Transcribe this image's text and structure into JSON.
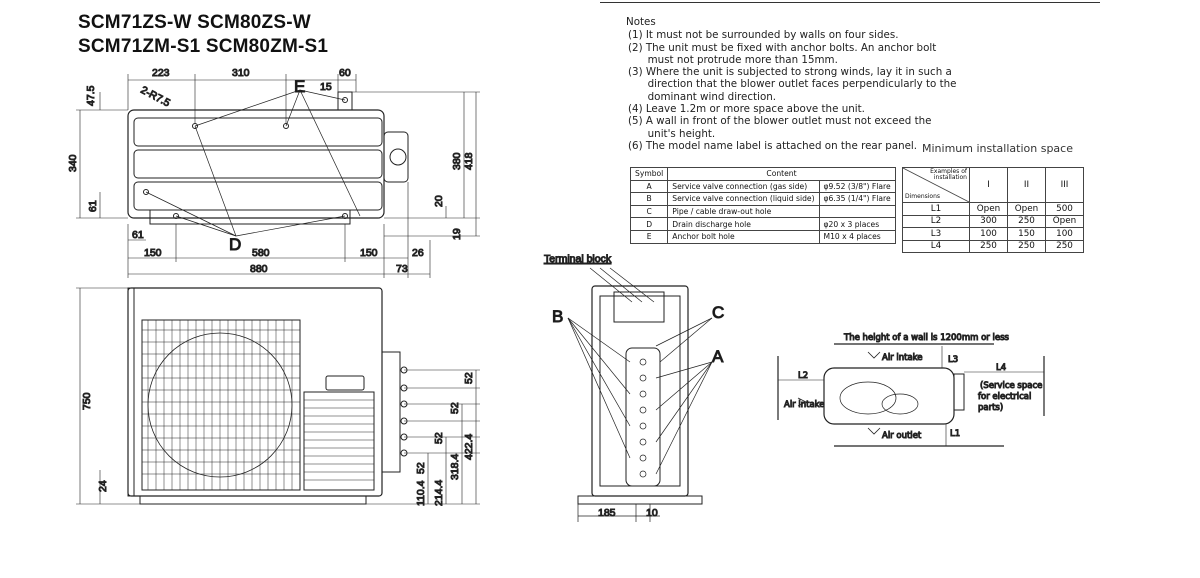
{
  "title": {
    "line1": "SCM71ZS-W  SCM80ZS-W",
    "line2": "SCM71ZM-S1  SCM80ZM-S1"
  },
  "notes": {
    "heading": "Notes",
    "lines": [
      "(1) It must not be surrounded by walls on four sides.",
      "(2) The unit must be fixed with anchor bolts. An anchor bolt",
      "      must not protrude more than 15mm.",
      "(3) Where the unit is subjected to strong winds, lay it in such a",
      "      direction that the blower outlet faces perpendicularly to the",
      "      dominant wind direction.",
      "(4) Leave 1.2m or more space above the unit.",
      "(5) A wall in front of the blower outlet must not exceed the",
      "      unit's height.",
      "(6) The model name label is attached on the rear panel."
    ]
  },
  "symbol_table": {
    "headers": [
      "Symbol",
      "Content",
      ""
    ],
    "rows": [
      [
        "A",
        "Service valve connection (gas side)",
        "φ9.52 (3/8\")  Flare"
      ],
      [
        "B",
        "Service valve connection (liquid side)",
        "φ6.35 (1/4\")  Flare"
      ],
      [
        "C",
        "Pipe / cable draw-out hole",
        ""
      ],
      [
        "D",
        "Drain discharge hole",
        "φ20 x 3 places"
      ],
      [
        "E",
        "Anchor bolt hole",
        "M10 x 4 places"
      ]
    ]
  },
  "space_table": {
    "label": "Minimum installation space",
    "corner_top": "Examples of installation",
    "corner_bottom": "Dimensions",
    "columns": [
      "I",
      "II",
      "III"
    ],
    "rows": [
      [
        "L1",
        "Open",
        "Open",
        "500"
      ],
      [
        "L2",
        "300",
        "250",
        "Open"
      ],
      [
        "L3",
        "100",
        "150",
        "100"
      ],
      [
        "L4",
        "250",
        "250",
        "250"
      ]
    ]
  },
  "top_view": {
    "dims_top": [
      "223",
      "310",
      "60",
      "15",
      "47.5",
      "2-R7.5"
    ],
    "dims_left": [
      "340",
      "61"
    ],
    "dims_right": [
      "380",
      "418",
      "20",
      "19"
    ],
    "dims_bottom": [
      "61",
      "150",
      "580",
      "150",
      "26",
      "880",
      "73"
    ],
    "labels": [
      "E",
      "D"
    ]
  },
  "front_view": {
    "dims_left": [
      "750",
      "24"
    ],
    "dims_right": [
      "52",
      "52",
      "52",
      "52",
      "110.4",
      "214.4",
      "318.4",
      "422.4"
    ]
  },
  "side_view": {
    "terminal_label": "Terminal block",
    "labels": [
      "B",
      "C",
      "A"
    ],
    "dims_bottom": [
      "185",
      "10"
    ]
  },
  "install_diagram": {
    "wall_note": "The height of a wall is 1200mm or less",
    "air_intake_top": "Air intake",
    "air_intake_left": "Air intake",
    "air_outlet": "Air outlet",
    "L1": "L1",
    "L2": "L2",
    "L3": "L3",
    "L4": "L4",
    "service_space": [
      "(Service space",
      "for electrical",
      "parts)"
    ]
  },
  "colors": {
    "line": "#222222",
    "background": "#ffffff"
  }
}
